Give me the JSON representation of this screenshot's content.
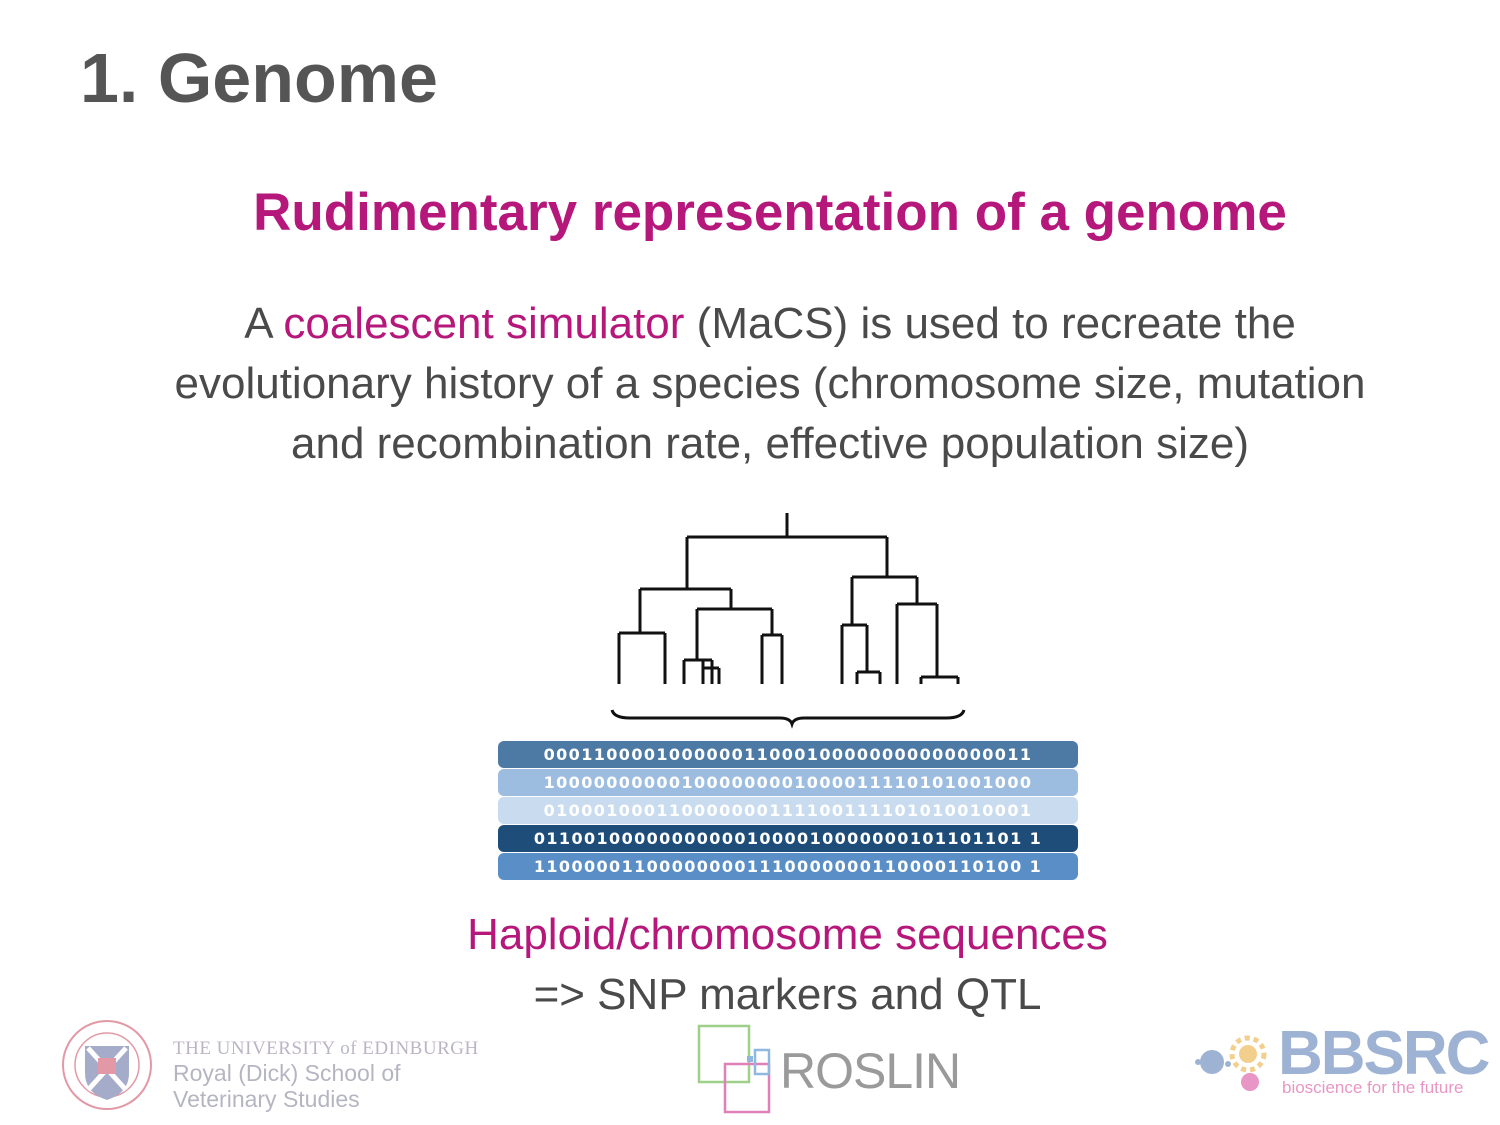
{
  "slide": {
    "title": "1. Genome",
    "subtitle": "Rudimentary representation of a genome",
    "body": {
      "prefix": "A ",
      "highlight": "coalescent simulator",
      "line1_rest": " (MaCS) is used to recreate the",
      "line2": "evolutionary history of a species (chromosome size, mutation",
      "line3": "and recombination rate, effective population size)"
    },
    "sequences": [
      "000110000100000011000100000000000000011",
      "100000000001000000001000011110101001000",
      "010001000110000000111100111101010010001",
      "011001000000000001000010000000101101101 1",
      "110000011000000001110000000110000110100 1"
    ],
    "caption_line1": "Haploid/chromosome sequences",
    "caption_line2": "=> SNP markers and QTL"
  },
  "logos": {
    "university": {
      "line1": "THE UNIVERSITY of EDINBURGH",
      "line2": "Royal (Dick) School of",
      "line3": "Veterinary Studies"
    },
    "roslin": "ROSLIN",
    "bbsrc": {
      "name": "BBSRC",
      "tagline": "bioscience for the future"
    }
  },
  "colors": {
    "accent": "#b5177b",
    "text": "#4a4a4a",
    "title": "#555555"
  }
}
